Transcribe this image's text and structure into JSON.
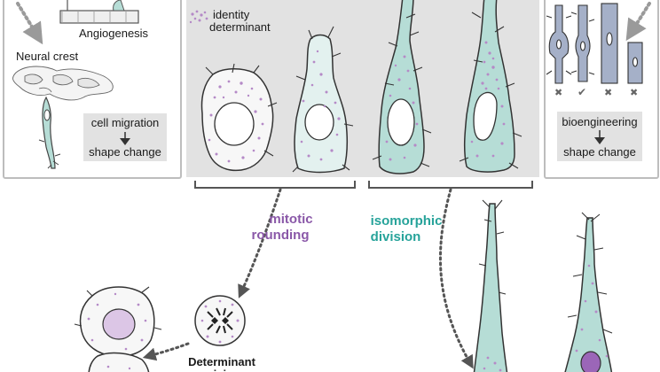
{
  "left_panel": {
    "angiogenesis": "Angiogenesis",
    "neural_crest": "Neural crest",
    "box_top": "cell migration",
    "box_bottom": "shape change"
  },
  "center_panel": {
    "legend_line1": "identity",
    "legend_line2": "determinant"
  },
  "right_panel": {
    "box_top": "bioengineering",
    "box_bottom": "shape change"
  },
  "lower": {
    "mitotic_line1": "mitotic",
    "mitotic_line2": "rounding",
    "isomorphic_line1": "isomorphic",
    "isomorphic_line2": "division",
    "determinant_line1": "Determinant",
    "determinant_line2": "mixing"
  },
  "colors": {
    "teal_fill": "#b6ddd6",
    "light_teal_fill": "#e3f1ef",
    "purple_dots": "#b58ac7",
    "purple_text": "#8a58a8",
    "teal_text": "#27a39a",
    "panel_gray": "#e2e2e2",
    "blue_gray": "#a5b0c8"
  }
}
